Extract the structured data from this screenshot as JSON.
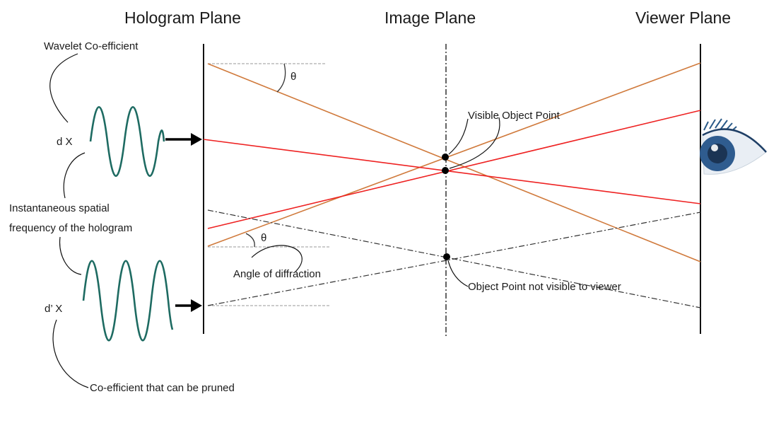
{
  "headings": {
    "hologram_plane": "Hologram Plane",
    "image_plane": "Image Plane",
    "viewer_plane": "Viewer Plane"
  },
  "labels": {
    "wavelet_coefficient": "Wavelet Co-efficient",
    "d_x": "d  X",
    "d_prime_x": "d’ X",
    "spatial_frequency_line1": "Instantaneous spatial",
    "spatial_frequency_line2": "frequency of the hologram",
    "angle_of_diffraction": "Angle of diffraction",
    "visible_object_point": "Visible Object Point",
    "object_point_not_visible": "Object Point not visible to viewer",
    "prunable_coefficient": "Co-efficient that can be pruned",
    "theta_top": "θ",
    "theta_bottom": "θ"
  },
  "colors": {
    "orange_ray": "#d07a3c",
    "red_ray": "#ee2222",
    "dashdot_ray": "#333333",
    "wave": "#1e6b62",
    "eye_iris": "#2f5c8f",
    "eye_lash": "#2a5a88"
  },
  "icons": {
    "viewer_eye": "eye-icon",
    "arrow_top": "arrow-right-icon",
    "arrow_bottom": "arrow-right-icon"
  }
}
